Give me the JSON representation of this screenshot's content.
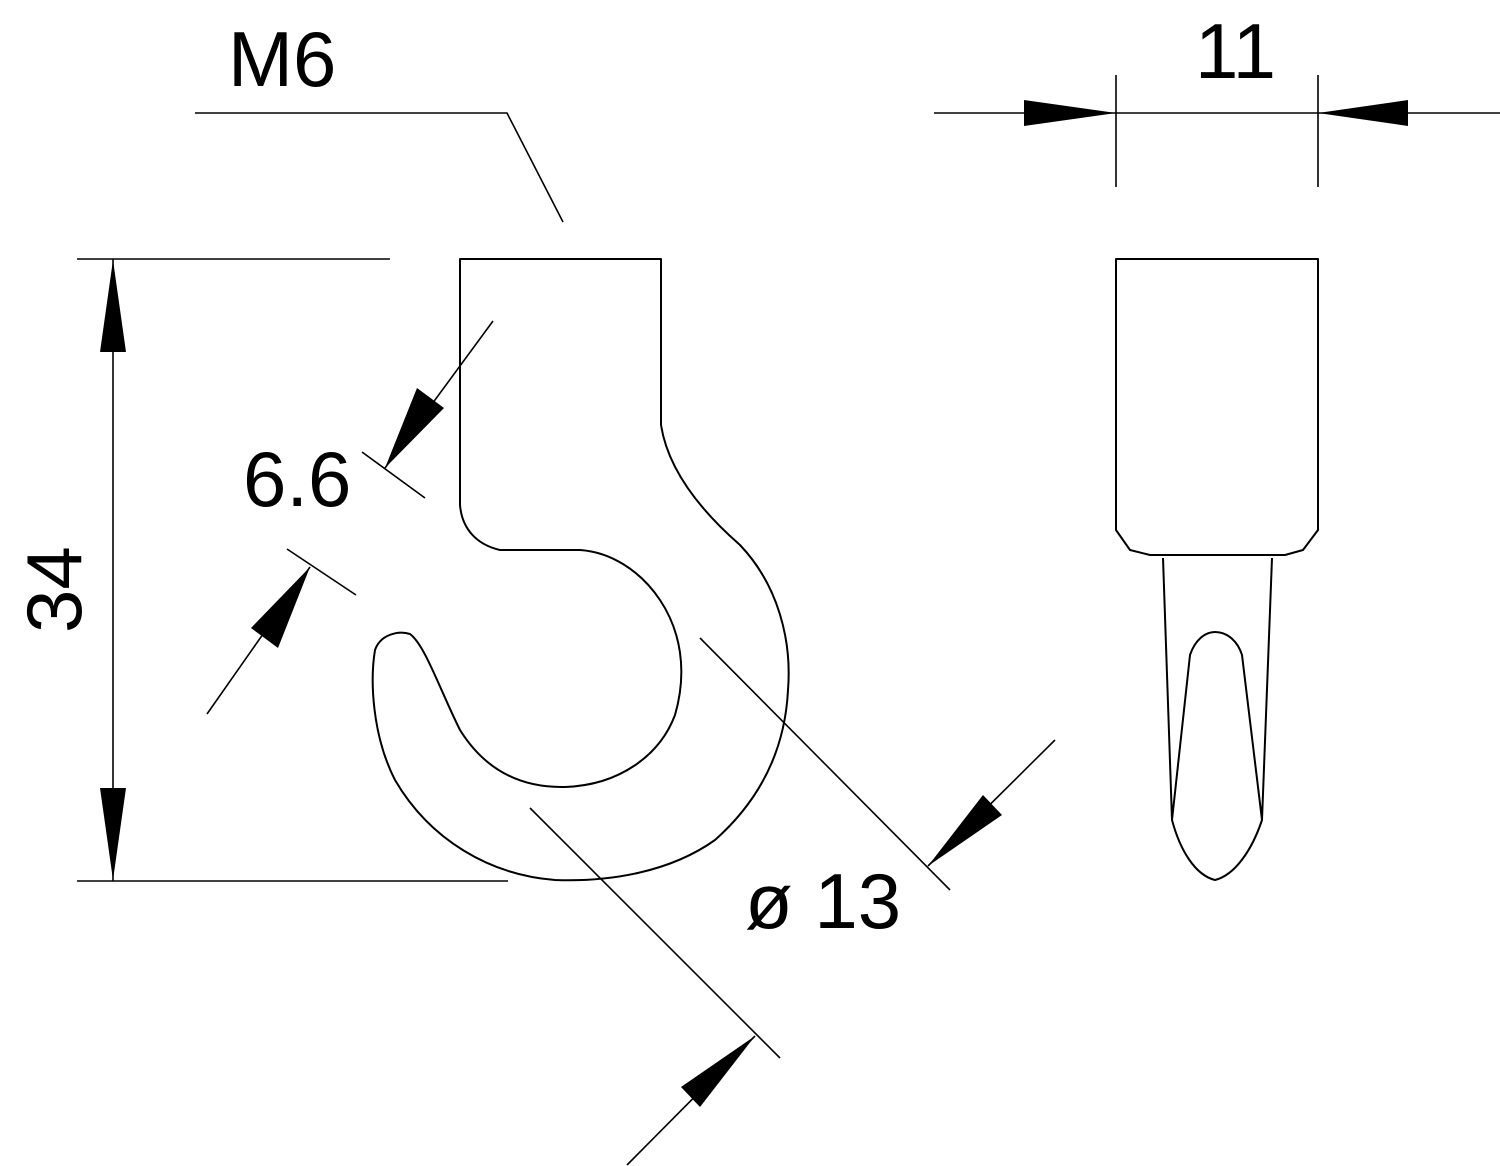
{
  "drawing": {
    "labels": {
      "thread": "M6",
      "width": "11",
      "height": "34",
      "hook_thickness": "6.6",
      "hook_diameter": "ø 13"
    },
    "colors": {
      "line": "#000000",
      "background": "#ffffff"
    }
  }
}
